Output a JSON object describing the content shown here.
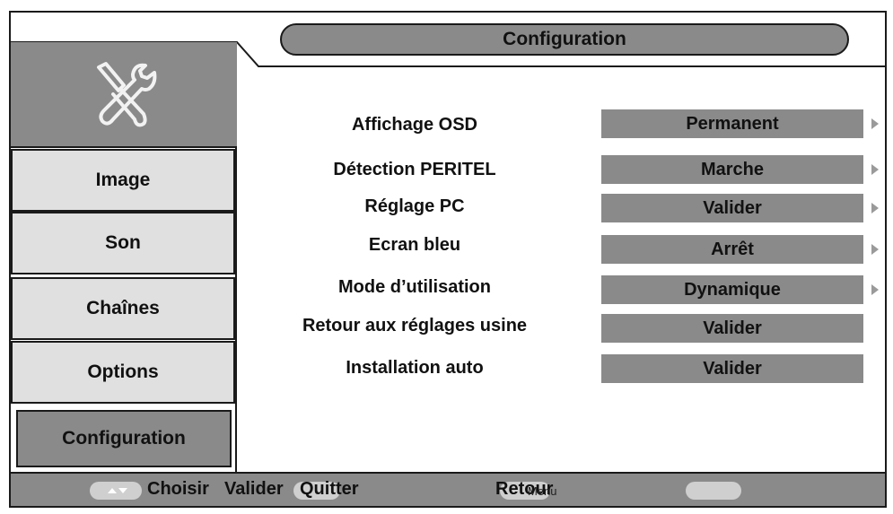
{
  "header": {
    "title": "Configuration"
  },
  "sidebar": {
    "icon": "tools-icon",
    "items": [
      {
        "label": "Image"
      },
      {
        "label": "Son"
      },
      {
        "label": "Chaînes"
      },
      {
        "label": "Options"
      },
      {
        "label": "Configuration",
        "active": true
      }
    ]
  },
  "settings": [
    {
      "label": "Affichage OSD",
      "value": "Permanent",
      "has_arrow": true
    },
    {
      "label": "Détection PERITEL",
      "value": "Marche",
      "has_arrow": true
    },
    {
      "label": "Réglage PC",
      "value": "Valider",
      "has_arrow": true
    },
    {
      "label": "Ecran bleu",
      "value": "Arrêt",
      "has_arrow": true
    },
    {
      "label": "Mode d’utilisation",
      "value": "Dynamique",
      "has_arrow": true
    },
    {
      "label": "Retour aux réglages usine",
      "value": "Valider",
      "has_arrow": false
    },
    {
      "label": "Installation auto",
      "value": "Valider",
      "has_arrow": false
    }
  ],
  "footer": {
    "choose": "Choisir",
    "validate": "Valider",
    "quit": "Quitter",
    "back": "Retour",
    "menu": "Menu"
  },
  "colors": {
    "panel_gray": "#8a8a8a",
    "light_gray": "#e0e0e0",
    "border": "#1a1a1a"
  }
}
